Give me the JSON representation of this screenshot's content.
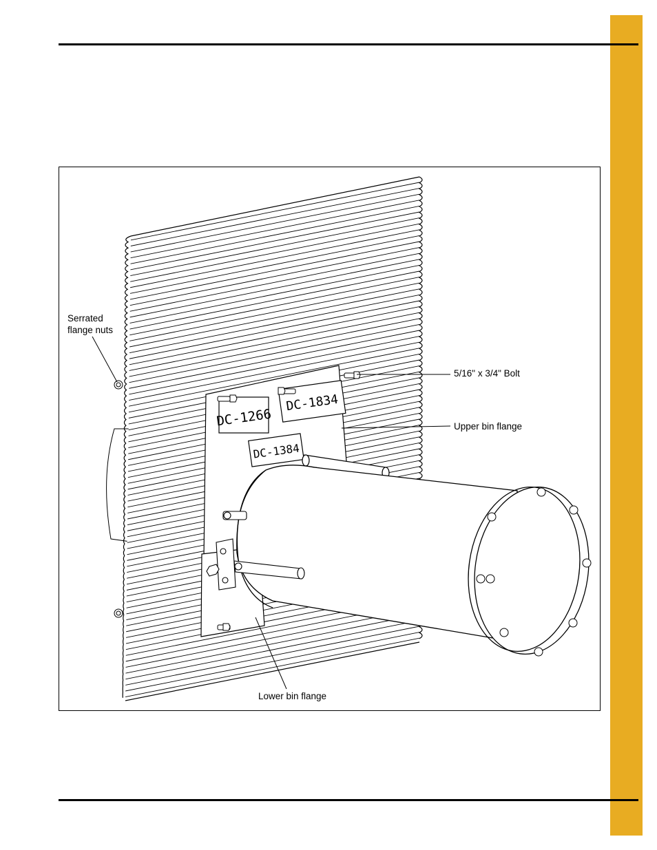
{
  "figure": {
    "callouts": {
      "serrated_nuts_line1": "Serrated",
      "serrated_nuts_line2": "flange nuts",
      "bolt": "5/16\" x 3/4\" Bolt",
      "upper_flange": "Upper bin flange",
      "lower_flange": "Lower bin flange"
    },
    "decals": {
      "decal_1": "DC-1266",
      "decal_2": "DC-1834",
      "decal_3": "DC-1384"
    }
  },
  "colors": {
    "tab": "#e8ac22",
    "line": "#000000"
  }
}
